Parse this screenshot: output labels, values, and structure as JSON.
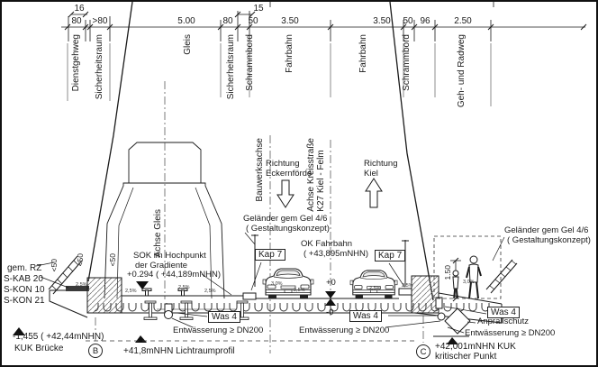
{
  "dims": {
    "sub": [
      "16",
      "15"
    ],
    "main": [
      "80",
      ">80",
      "5.00",
      "80",
      "50",
      "3.50",
      "3.50",
      "50",
      "96",
      "2.50"
    ],
    "lt50": "<50",
    "v150": "1.50"
  },
  "lanes": [
    "Dienstgehweg",
    "Sicherheitsraum",
    "Gleis",
    "Sicherheitsraum",
    "Schrammbord",
    "Fahrbahn",
    "Fahrbahn",
    "Schrammbord",
    "Geh- und Radweg"
  ],
  "axes": {
    "gleis": "Achse Gleis",
    "bauwerk": "Bauwerksachse",
    "kreis1": "Achse Kreisstraße",
    "kreis2": "K27 Kiel - Felm"
  },
  "directions": {
    "eck1": "Richtung",
    "eck2": "Eckernförde",
    "kiel1": "Richtung",
    "kiel2": "Kiel"
  },
  "annotations": {
    "gel1": "Geländer gem Gel 4/6",
    "gel2": "( Gestaltungskonzept)",
    "sok1": "SOK im Hochpunkt",
    "sok2": "der Gradiente",
    "sok3": "+0.294  ( +44,189mNHN)",
    "kap7": "Kap 7",
    "okf1": "OK Fahrbahn",
    "okf2": "( +43,895mNHN)",
    "plus0": "+0",
    "minus0": "-0",
    "was4": "Was 4",
    "entw": "Entwässerung ≥ DN200",
    "anprall": "Anprallschutz",
    "gemrz": "gem. RZ",
    "skab": "S-KAB 20",
    "skon10": "S-KON 10",
    "skon21": "S-KON 21",
    "kukl1": "-1,455  ( +42,44mNHN)",
    "kukl2": "KUK Brücke",
    "b": "B",
    "licht": "+41,8mNHN Lichtraumprofil",
    "c": "C",
    "kukr1": "+42,001mNHN KUK",
    "kukr2": "kritischer Punkt"
  },
  "slopes": [
    "2,5%",
    "2,5%",
    "2,5%",
    "2,5%",
    "3,0%",
    "2,5%",
    "2,5%",
    "2,5%",
    "3,0%"
  ],
  "colors": {
    "line": "#1a1a1a",
    "fill_dark": "#3a3a3a",
    "paper": "#ffffff"
  }
}
